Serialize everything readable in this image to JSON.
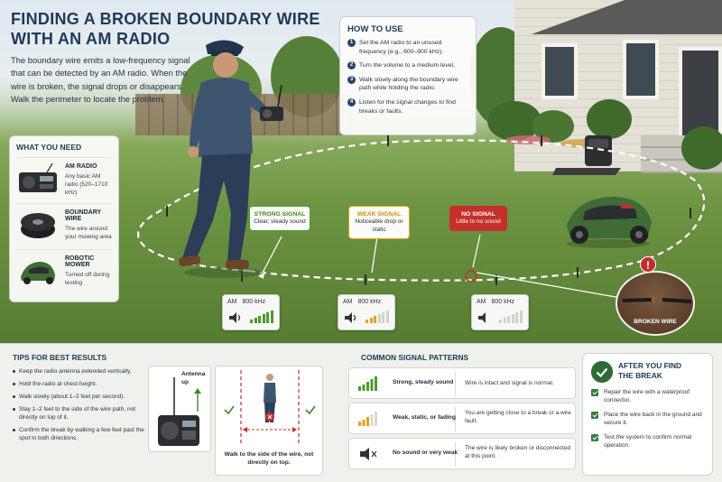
{
  "title_lines": [
    "FINDING A BROKEN BOUNDARY WIRE",
    "WITH AN AM RADIO"
  ],
  "intro": "The boundary wire emits a low-frequency signal that can be detected by an AM radio. When the wire is broken, the signal drops or disappears. Walk the perimeter to locate the problem.",
  "how_to": {
    "title": "HOW TO USE",
    "steps": [
      {
        "num": "1",
        "text": "Set the AM radio to an unused frequency (e.g., 600–900 kHz)."
      },
      {
        "num": "2",
        "text": "Turn the volume to a medium level."
      },
      {
        "num": "3",
        "text": "Walk slowly along the boundary wire path while holding the radio."
      },
      {
        "num": "4",
        "text": "Listen for the signal changes to find breaks or faults."
      }
    ]
  },
  "what_you_need": {
    "title": "WHAT YOU NEED",
    "items": [
      {
        "name": "AM RADIO",
        "desc": "Any basic AM radio (520–1710 kHz)",
        "icon": "radio-icon"
      },
      {
        "name": "BOUNDARY WIRE",
        "desc": "The wire around your mowing area",
        "icon": "wire-spool-icon"
      },
      {
        "name": "ROBOTIC MOWER",
        "desc": "Turned off during testing",
        "icon": "robot-mower-icon"
      }
    ]
  },
  "signals": [
    {
      "label": "STRONG SIGNAL",
      "desc": "Clear, steady sound",
      "color": "#4d9a2e",
      "bars_lit": 6,
      "bar_color": "#4d9a2e"
    },
    {
      "label": "WEAK SIGNAL",
      "desc": "Noticeable drop or static",
      "color": "#e3a21c",
      "bars_lit": 3,
      "bar_color": "#e3a21c"
    },
    {
      "label": "NO SIGNAL",
      "desc": "Little to no sound",
      "color": "#c6302b",
      "bars_lit": 0,
      "bar_color": "#cfd3cc"
    }
  ],
  "meter": {
    "band": "AM",
    "freq": "800 kHz"
  },
  "broken_label": "BROKEN WIRE",
  "tips": {
    "title": "TIPS FOR BEST RESULTS",
    "items": [
      "Keep the radio antenna extended vertically.",
      "Hold the radio at chest height.",
      "Walk slowly (about 1–2 feet per second).",
      "Stay 1–2 feet to the side of the wire path, not directly on top of it.",
      "Confirm the break by walking a few feet past the spot in both directions."
    ]
  },
  "antenna_label": "Antenna up",
  "walk_caption": "Walk to the side of the wire, not directly on top.",
  "patterns": {
    "title": "COMMON SIGNAL PATTERNS",
    "rows": [
      {
        "name": "Strong, steady sound",
        "desc": "Wire is intact and signal is normal."
      },
      {
        "name": "Weak, static, or fading",
        "desc": "You are getting close to a break or a wire fault."
      },
      {
        "name": "No sound or very weak",
        "desc": "The wire is likely broken or disconnected at this point."
      }
    ]
  },
  "after": {
    "title_lines": [
      "AFTER YOU FIND",
      "THE BREAK"
    ],
    "items": [
      "Repair the wire with a waterproof connector.",
      "Place the wire back in the ground and secure it.",
      "Test the system to confirm normal operation."
    ]
  }
}
